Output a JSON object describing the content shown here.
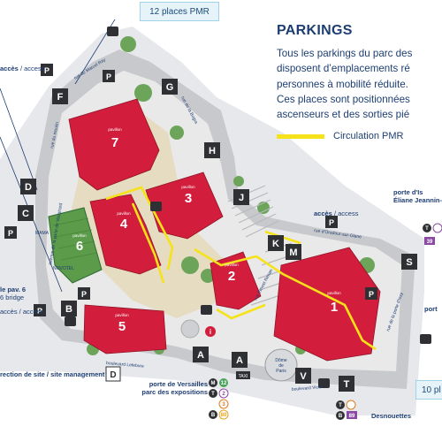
{
  "legend": {
    "title": "PARKINGS",
    "lines": [
      "Tous les parkings du parc des",
      "disposent d’emplacements ré",
      "personnes à mobilité réduite.",
      "Ces places sont positionnées",
      "ascenseurs et des sorties pié"
    ],
    "key_label": "Circulation PMR",
    "key_color": "#f5e21b"
  },
  "callouts": {
    "pmr_top": "12 places PMR",
    "pmr_right": "10 pl"
  },
  "pavilions": [
    {
      "id": "pav-7",
      "word": "pavillon",
      "number": "7"
    },
    {
      "id": "pav-3",
      "word": "pavillon",
      "number": "3"
    },
    {
      "id": "pav-4",
      "word": "pavillon",
      "number": "4"
    },
    {
      "id": "pav-6",
      "word": "pavillon",
      "number": "6"
    },
    {
      "id": "pav-2",
      "word": "pavillon",
      "number": "2"
    },
    {
      "id": "pav-1",
      "word": "pavillon",
      "number": "1"
    },
    {
      "id": "pav-5",
      "word": "pavillon",
      "number": "5"
    }
  ],
  "markers": [
    "G",
    "H",
    "J",
    "K",
    "M",
    "S",
    "F",
    "D",
    "C",
    "B",
    "A",
    "A",
    "V",
    "T",
    "D"
  ],
  "parking_letter": "P",
  "streets": {
    "marcel_ray": "rue du Marcel Ray",
    "moulin": "rue du moulin",
    "bogra": "rue de la Bogra",
    "oradour": "rue d'Oradour-sur-Glane",
    "porte_issy": "rue de la porte d'Issy",
    "lefebvre": "boulevard Lefebvre",
    "victor": "boulevard Victor",
    "ernest_renan": "rue Ernest Renan",
    "vaugirard": "avenue de la porte de Vaugirard"
  },
  "labels": {
    "acces_access": "accès / access",
    "acces_fr": "accès",
    "access_en": "access",
    "porte_issy_1": "porte d'Is",
    "porte_issy_2": "Éliane Jeannin-G",
    "porte_right": "port",
    "pav6_bridge_1": "le pav. 6",
    "pav6_bridge_2": "6 bridge",
    "site_mgmt": "rection de site / site management",
    "versailles_1": "porte de Versailles",
    "versailles_2": "parc des expositions",
    "desnouettes": "Desnouettes",
    "dome_1": "Dôme",
    "dome_2": "de",
    "dome_3": "Paris",
    "mama": "MAMA",
    "novotel": "NOVOTEL",
    "taxi": "TAXI"
  },
  "transit": {
    "m12": "12",
    "t2": "2",
    "t3": "3",
    "b39": "39",
    "b80": "80",
    "b89": "89"
  }
}
